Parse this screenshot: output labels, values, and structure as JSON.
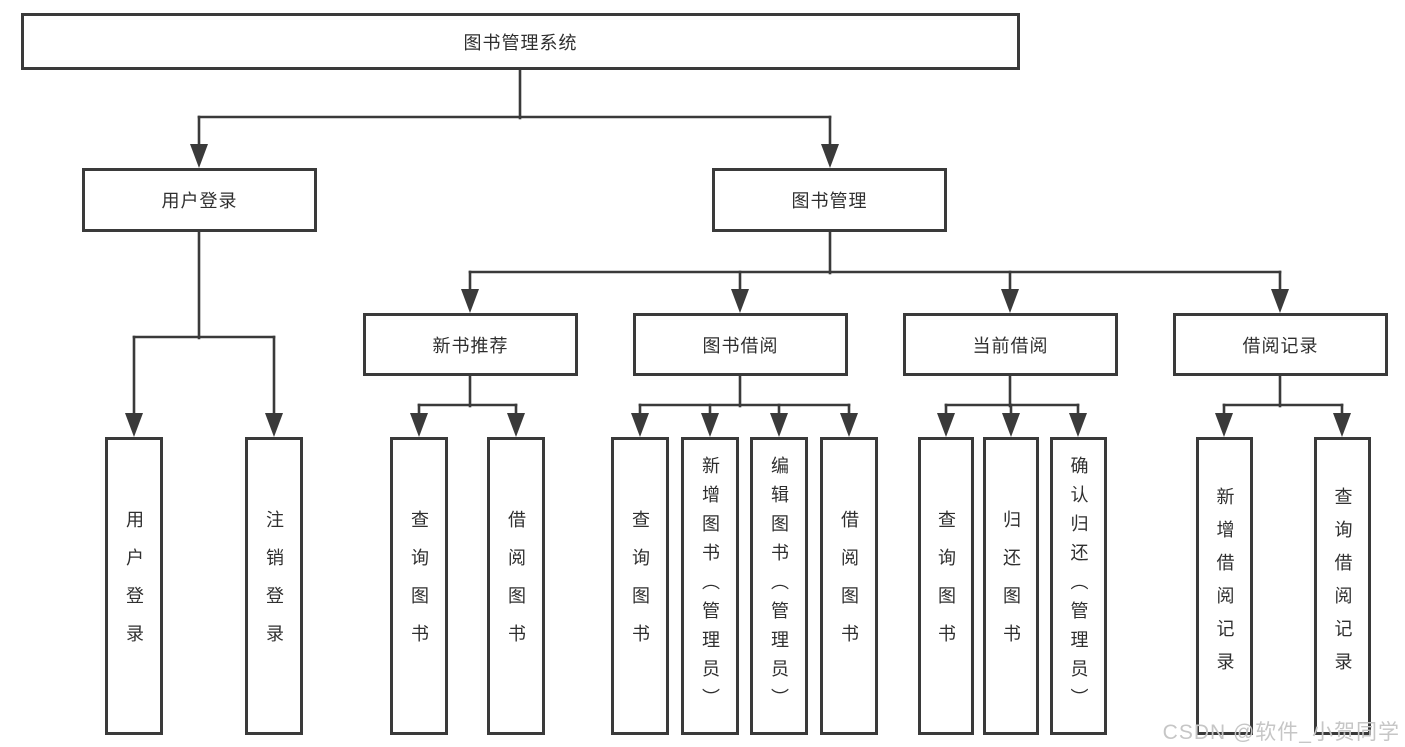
{
  "diagram": {
    "root": {
      "label": "图书管理系统"
    },
    "branches": [
      {
        "label": "用户登录",
        "children": [
          {
            "label": "用户登录"
          },
          {
            "label": "注销登录"
          }
        ]
      },
      {
        "label": "图书管理",
        "children": [
          {
            "label": "新书推荐",
            "children": [
              {
                "label": "查询图书"
              },
              {
                "label": "借阅图书"
              }
            ]
          },
          {
            "label": "图书借阅",
            "children": [
              {
                "label": "查询图书"
              },
              {
                "label": "新增图书（管理员）"
              },
              {
                "label": "编辑图书（管理员）"
              },
              {
                "label": "借阅图书"
              }
            ]
          },
          {
            "label": "当前借阅",
            "children": [
              {
                "label": "查询图书"
              },
              {
                "label": "归还图书"
              },
              {
                "label": "确认归还（管理员）"
              }
            ]
          },
          {
            "label": "借阅记录",
            "children": [
              {
                "label": "新增借阅记录"
              },
              {
                "label": "查询借阅记录"
              }
            ]
          }
        ]
      }
    ]
  },
  "watermark": {
    "text": "CSDN @软件_小贺同学"
  },
  "colors": {
    "line": "#3a3a3a",
    "text": "#2f2f2f",
    "watermark": "#c6c6c6",
    "background": "#ffffff"
  }
}
